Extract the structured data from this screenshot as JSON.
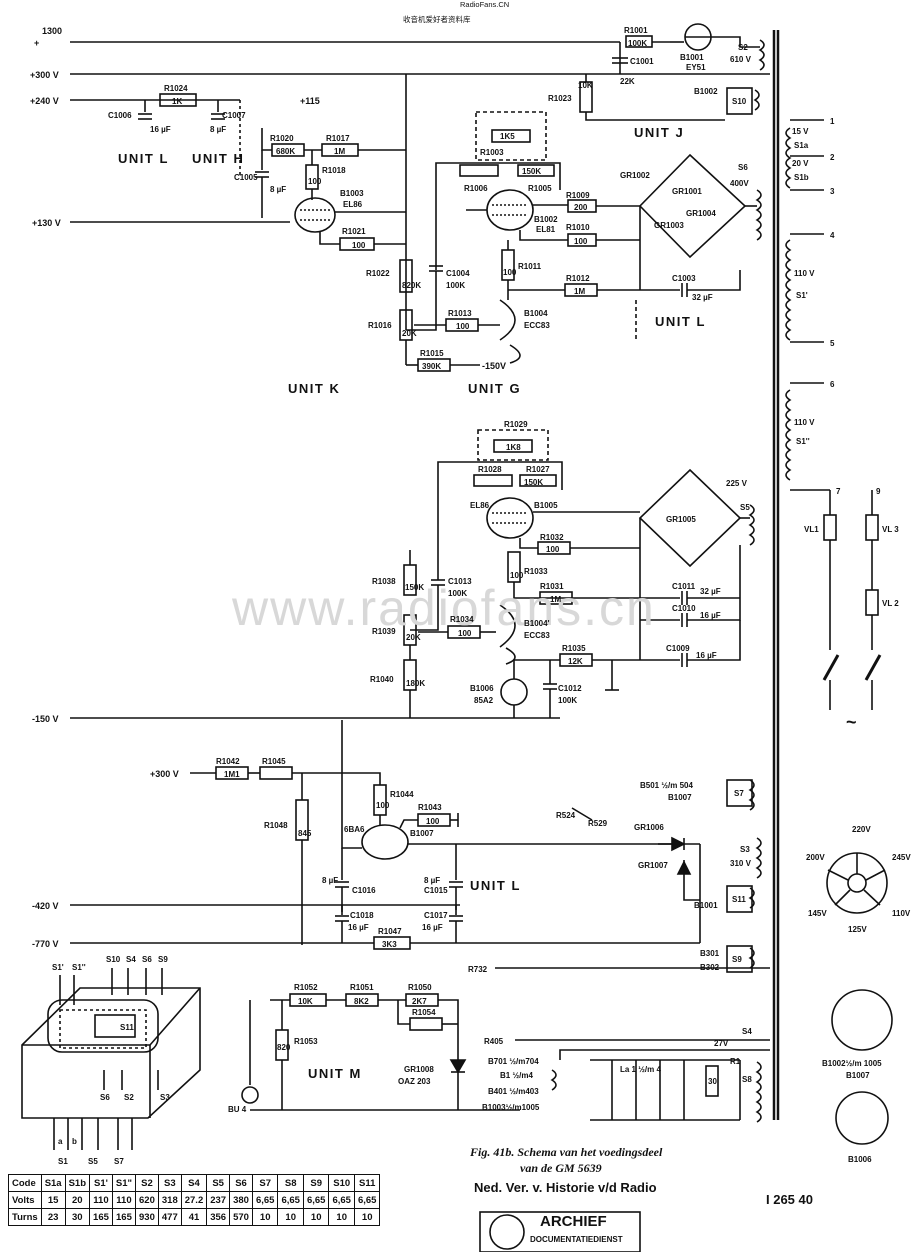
{
  "header": {
    "site": "RadioFans.CN",
    "tagline": "收音机爱好者资料库"
  },
  "watermark": "www.radiofans.cn",
  "rails": {
    "r1300": "1300",
    "r1300_sign": "+ ",
    "p300": "+300 V",
    "p240": "+240 V",
    "p130": "+130 V",
    "p115": "+115",
    "m150": "-150 V",
    "m150b": "-150V",
    "m420": "-420 V",
    "m770": "-770 V",
    "p300b": "+300 V"
  },
  "units": {
    "unitL1": "UNIT L",
    "unitH": "UNIT H",
    "unitJ": "UNIT J",
    "unitL2": "UNIT L",
    "unitK": "UNIT K",
    "unitG": "UNIT G",
    "unitL3": "UNIT L",
    "unitM": "UNIT M"
  },
  "components": {
    "R1001": "R1001",
    "R1001v": "100K",
    "B1001": "B1001",
    "EY51": "EY51",
    "C1001": "C1001",
    "C1001v": "22K",
    "S2": "S2",
    "S2v": "610 V",
    "R1024": "R1024",
    "R1024v": "1K",
    "C1006": "C1006",
    "C1006v": "16 µF",
    "C1007": "C1007",
    "C1007v": "8 µF",
    "R1023": "R1023",
    "R1023v": "10K",
    "B1002": "B1002",
    "S10": "S10",
    "R1020": "R1020",
    "R1020v": "680K",
    "R1017": "R1017",
    "R1017v": "1M",
    "R1018": "R1018",
    "R1018v": "100",
    "C1005": "C1005",
    "C1005v": "8 µF",
    "B1003": "B1003",
    "EL86": "EL86",
    "R1021": "R1021",
    "R1021v": "100",
    "R1003": "R1003",
    "R1003v": "1K5",
    "R1006": "R1006",
    "R1005": "R1005",
    "R1005v": "150K",
    "B1002b": "B1002",
    "EL81": "EL81",
    "R1009": "R1009",
    "R1009v": "200",
    "R1010": "R1010",
    "R1010v": "100",
    "GR1002": "GR1002",
    "GR1001": "GR1001",
    "GR1004": "GR1004",
    "GR1003": "GR1003",
    "S6": "S6",
    "S6v": "400V",
    "R1022": "R1022",
    "R1022v": "820K",
    "C1004": "C1004",
    "C1004v": "100K",
    "R1011": "R1011",
    "R1011v": "100",
    "R1012": "R1012",
    "R1012v": "1M",
    "C1003": "C1003",
    "C1003v": "32 µF",
    "R1016": "R1016",
    "R1016v": "20K",
    "R1013": "R1013",
    "R1013v": "100",
    "B1004": "B1004",
    "ECC83": "ECC83",
    "R1015": "R1015",
    "R1015v": "390K",
    "R1029": "R1029",
    "R1029v": "1K8",
    "R1028": "R1028",
    "R1027": "R1027",
    "R1027v": "150K",
    "EL86b": "EL86",
    "B1005": "B1005",
    "R1032": "R1032",
    "R1032v": "100",
    "GR1005": "GR1005",
    "S5v": "225 V",
    "S5": "S5",
    "R1038": "R1038",
    "R1038v": "150K",
    "C1013": "C1013",
    "C1013v": "100K",
    "R1033": "R1033",
    "R1033v": "100",
    "R1031": "R1031",
    "R1031v": "1M",
    "C1011": "C1011",
    "C1011v": "32 µF",
    "C1010": "C1010",
    "C1010v": "16 µF",
    "R1039": "R1039",
    "R1039v": "20K",
    "R1034": "R1034",
    "R1034v": "100",
    "B1004b": "B1004'",
    "ECC83b": "ECC83",
    "R1035": "R1035",
    "R1035v": "12K",
    "C1009": "C1009",
    "C1009v": "16 µF",
    "R1040": "R1040",
    "R1040v": "180K",
    "B1006": "B1006",
    "A85A2": "85A2",
    "C1012": "C1012",
    "C1012v": "100K",
    "R1042": "R1042",
    "R1042v": "1M1",
    "R1045": "R1045",
    "R1048": "R1048",
    "R1048v": "845",
    "R1044": "R1044",
    "R1044v": "100",
    "R1043": "R1043",
    "R1043v": "100",
    "ABA6": "6BA6",
    "B1007": "B1007",
    "C1016": "C1016",
    "C1016v": "8 µF",
    "C1015": "C1015",
    "C1015v": "8 µF",
    "C1018": "C1018",
    "C1018v": "16 µF",
    "R1047": "R1047",
    "R1047v": "3K3",
    "C1017": "C1017",
    "C1017v": "16 µF",
    "B501": "B501 ½/m 504",
    "B1007b": "B1007",
    "S7": "S7",
    "R524": "R524",
    "R529": "R529",
    "GR1006": "GR1006",
    "GR1007": "GR1007",
    "S3": "S3",
    "S3v": "310 V",
    "B1001b": "B1001",
    "S11": "S11",
    "B301": "B301",
    "B302": "B302",
    "S9": "S9",
    "R732": "R732",
    "R1052": "R1052",
    "R1052v": "10K",
    "R1051": "R1051",
    "R1051v": "8K2",
    "R1050": "R1050",
    "R1050v": "2K7",
    "R1054": "R1054",
    "R1053": "R1053",
    "R1053v": "820",
    "GR1008": "GR1008",
    "OAZ203": "OAZ 203",
    "BU4": "BU 4",
    "R405": "R405",
    "B701": "B701 ½/m704",
    "B1": "B1 ½/m4",
    "B401": "B401 ½/m403",
    "B1003b": "B1003½/m1005",
    "La": "La 1 ½/m 4",
    "S4": "S4",
    "S4v": "27V",
    "R1": "R1",
    "R1v": "30",
    "S8": "S8"
  },
  "transformer": {
    "t1": "1",
    "t2": "2",
    "t3": "3",
    "t4": "4",
    "t5": "5",
    "t6": "6",
    "s1a_v": "15 V",
    "s1a": "S1a",
    "s1b_v": "20 V",
    "s1b": "S1b",
    "s1p_v": "110 V",
    "s1p": "S1'",
    "s1pp_v": "110 V",
    "s1pp": "S1''",
    "t7": "7",
    "t9": "9",
    "vl1": "VL1",
    "vl2": "VL 2",
    "vl3": "VL 3",
    "ac": "~"
  },
  "selector": {
    "v220": "220V",
    "v200": "200V",
    "v245": "245V",
    "v145": "145V",
    "v110": "110V",
    "v125": "125V"
  },
  "sockets": {
    "s1": "B1002½/m 1005",
    "s1b": "B1007",
    "s2": "B1006"
  },
  "drawing_labels": {
    "s1p": "S1'",
    "s1pp": "S1''",
    "s10": "S10",
    "s4": "S4",
    "s6": "S6",
    "s9": "S9",
    "s11": "S11",
    "s6b": "S6",
    "s2": "S2",
    "s3": "S3",
    "a": "a",
    "b": "b",
    "s1": "S1",
    "s5": "S5",
    "s7": "S7"
  },
  "caption": {
    "line1": "Fig. 41b. Schema van het voedingsdeel",
    "line2": "van de GM 5639",
    "line3": "Ned. Ver. v. Historie v/d Radio",
    "ref": "I 265 40"
  },
  "stamp": {
    "title": "ARCHIEF",
    "sub": "DOCUMENTATIEDIENST"
  },
  "code_table": {
    "headers": [
      "Code",
      "S1a",
      "S1b",
      "S1'",
      "S1\"",
      "S2",
      "S3",
      "S4",
      "S5",
      "S6",
      "S7",
      "S8",
      "S9",
      "S10",
      "S11"
    ],
    "rows": [
      [
        "Volts",
        "15",
        "20",
        "110",
        "110",
        "620",
        "318",
        "27.2",
        "237",
        "380",
        "6,65",
        "6,65",
        "6,65",
        "6,65",
        "6,65"
      ],
      [
        "Turns",
        "23",
        "30",
        "165",
        "165",
        "930",
        "477",
        "41",
        "356",
        "570",
        "10",
        "10",
        "10",
        "10",
        "10"
      ]
    ]
  }
}
